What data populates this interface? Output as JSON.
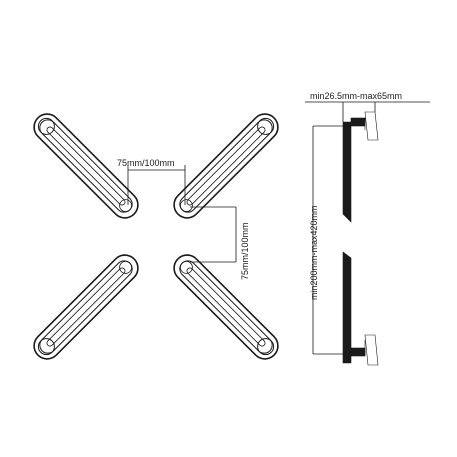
{
  "labels": {
    "hole_spacing_horizontal": "75mm/100mm",
    "hole_spacing_vertical": "75mm/100mm",
    "depth_range": "min26.5mm-max65mm",
    "height_range": "min200mm-max420mm"
  }
}
